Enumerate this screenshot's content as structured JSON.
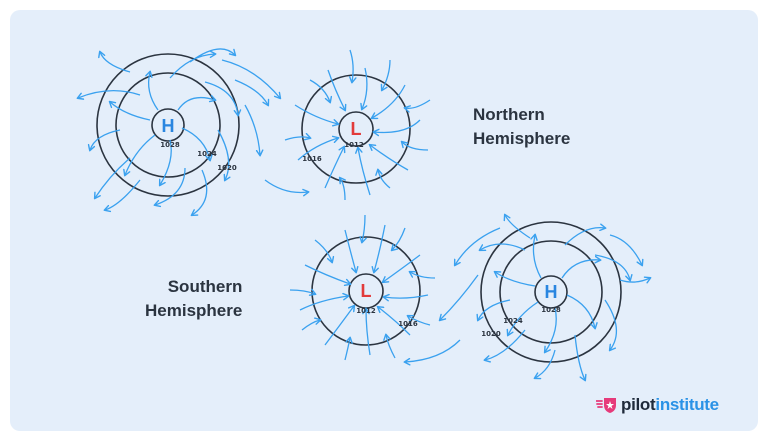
{
  "colors": {
    "background": "#e4eefa",
    "isobar": "#2b3440",
    "wind_arrow": "#3aa1ef",
    "high_letter": "#2a86e0",
    "low_letter": "#e23b3b",
    "logo_accent": "#e63a7a"
  },
  "northern": {
    "label_line1": "Northern",
    "label_line2": "Hemisphere",
    "high": {
      "letter": "H",
      "center_pressure": "1028",
      "isobars": [
        "1024",
        "1020"
      ]
    },
    "low": {
      "letter": "L",
      "center_pressure": "1012",
      "isobars": [
        "1016"
      ]
    }
  },
  "southern": {
    "label_line1": "Southern",
    "label_line2": "Hemisphere",
    "low": {
      "letter": "L",
      "center_pressure": "1012",
      "isobars": [
        "1016"
      ]
    },
    "high": {
      "letter": "H",
      "center_pressure": "1028",
      "isobars": [
        "1024",
        "1020"
      ]
    }
  },
  "logo": {
    "part1": "pilot",
    "part2": "institute",
    "icon": "pilot-institute-shield-icon"
  }
}
